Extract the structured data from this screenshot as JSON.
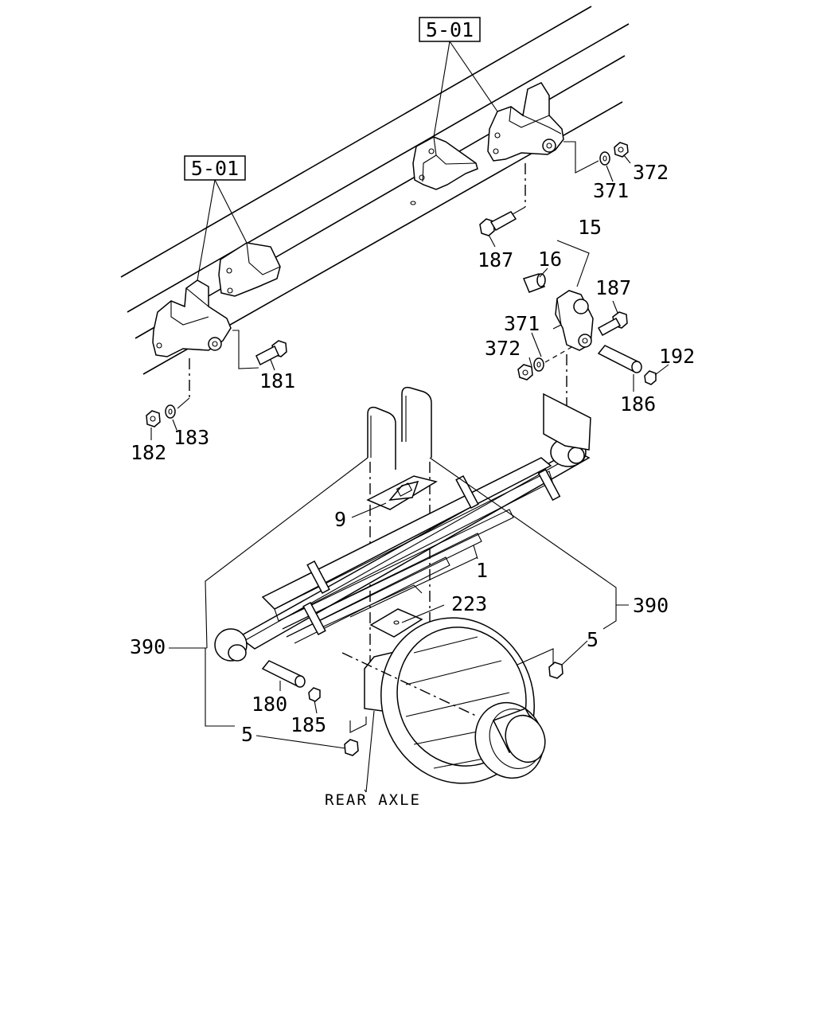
{
  "references": [
    {
      "id": "ref-upper",
      "label": "5-01"
    },
    {
      "id": "ref-left",
      "label": "5-01"
    }
  ],
  "callouts": {
    "c372_top": "372",
    "c371_top": "371",
    "c187_top": "187",
    "c15": "15",
    "c16": "16",
    "c187_right": "187",
    "c371_right": "371",
    "c372_right": "372",
    "c192": "192",
    "c186": "186",
    "c181": "181",
    "c182": "182",
    "c183": "183",
    "c9": "9",
    "c1": "1",
    "c223": "223",
    "c390_right": "390",
    "c390_left": "390",
    "c5_right": "5",
    "c5_left": "5",
    "c180": "180",
    "c185": "185"
  },
  "axle_label": "REAR AXLE"
}
